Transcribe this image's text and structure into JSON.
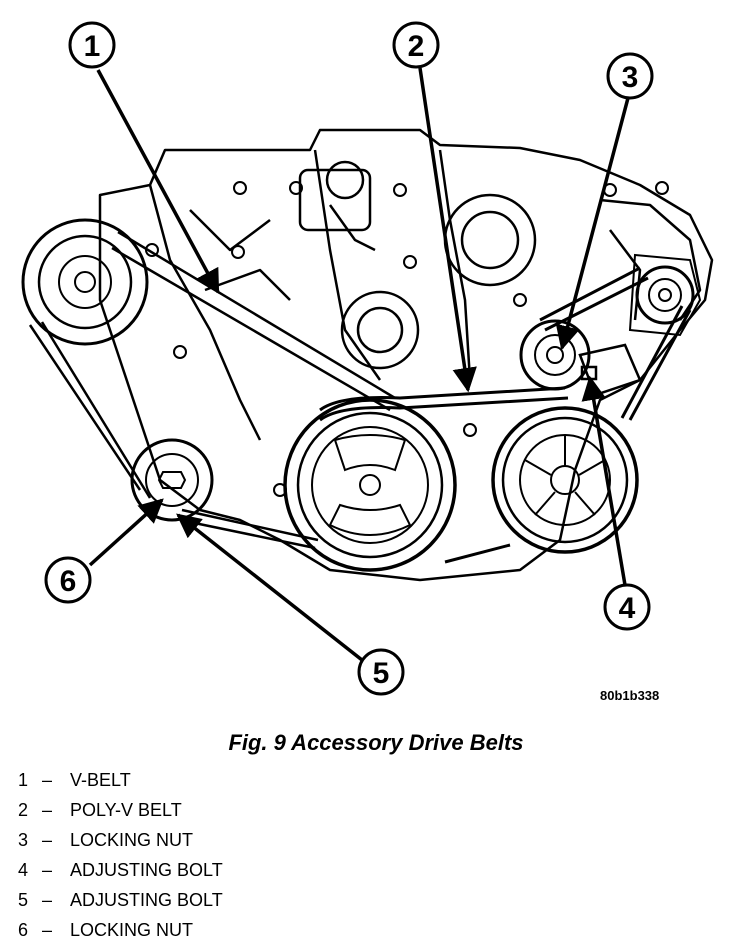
{
  "figure_code": "80b1b338",
  "caption": "Fig. 9 Accessory Drive Belts",
  "callouts": [
    "1",
    "2",
    "3",
    "4",
    "5",
    "6"
  ],
  "legend": [
    {
      "number": "1",
      "separator": "–",
      "label": "V-BELT"
    },
    {
      "number": "2",
      "separator": "–",
      "label": "POLY-V BELT"
    },
    {
      "number": "3",
      "separator": "–",
      "label": "LOCKING NUT"
    },
    {
      "number": "4",
      "separator": "–",
      "label": "ADJUSTING BOLT"
    },
    {
      "number": "5",
      "separator": "–",
      "label": "ADJUSTING BOLT"
    },
    {
      "number": "6",
      "separator": "–",
      "label": "LOCKING NUT"
    }
  ],
  "colors": {
    "ink": "#000000",
    "paper": "#ffffff"
  }
}
